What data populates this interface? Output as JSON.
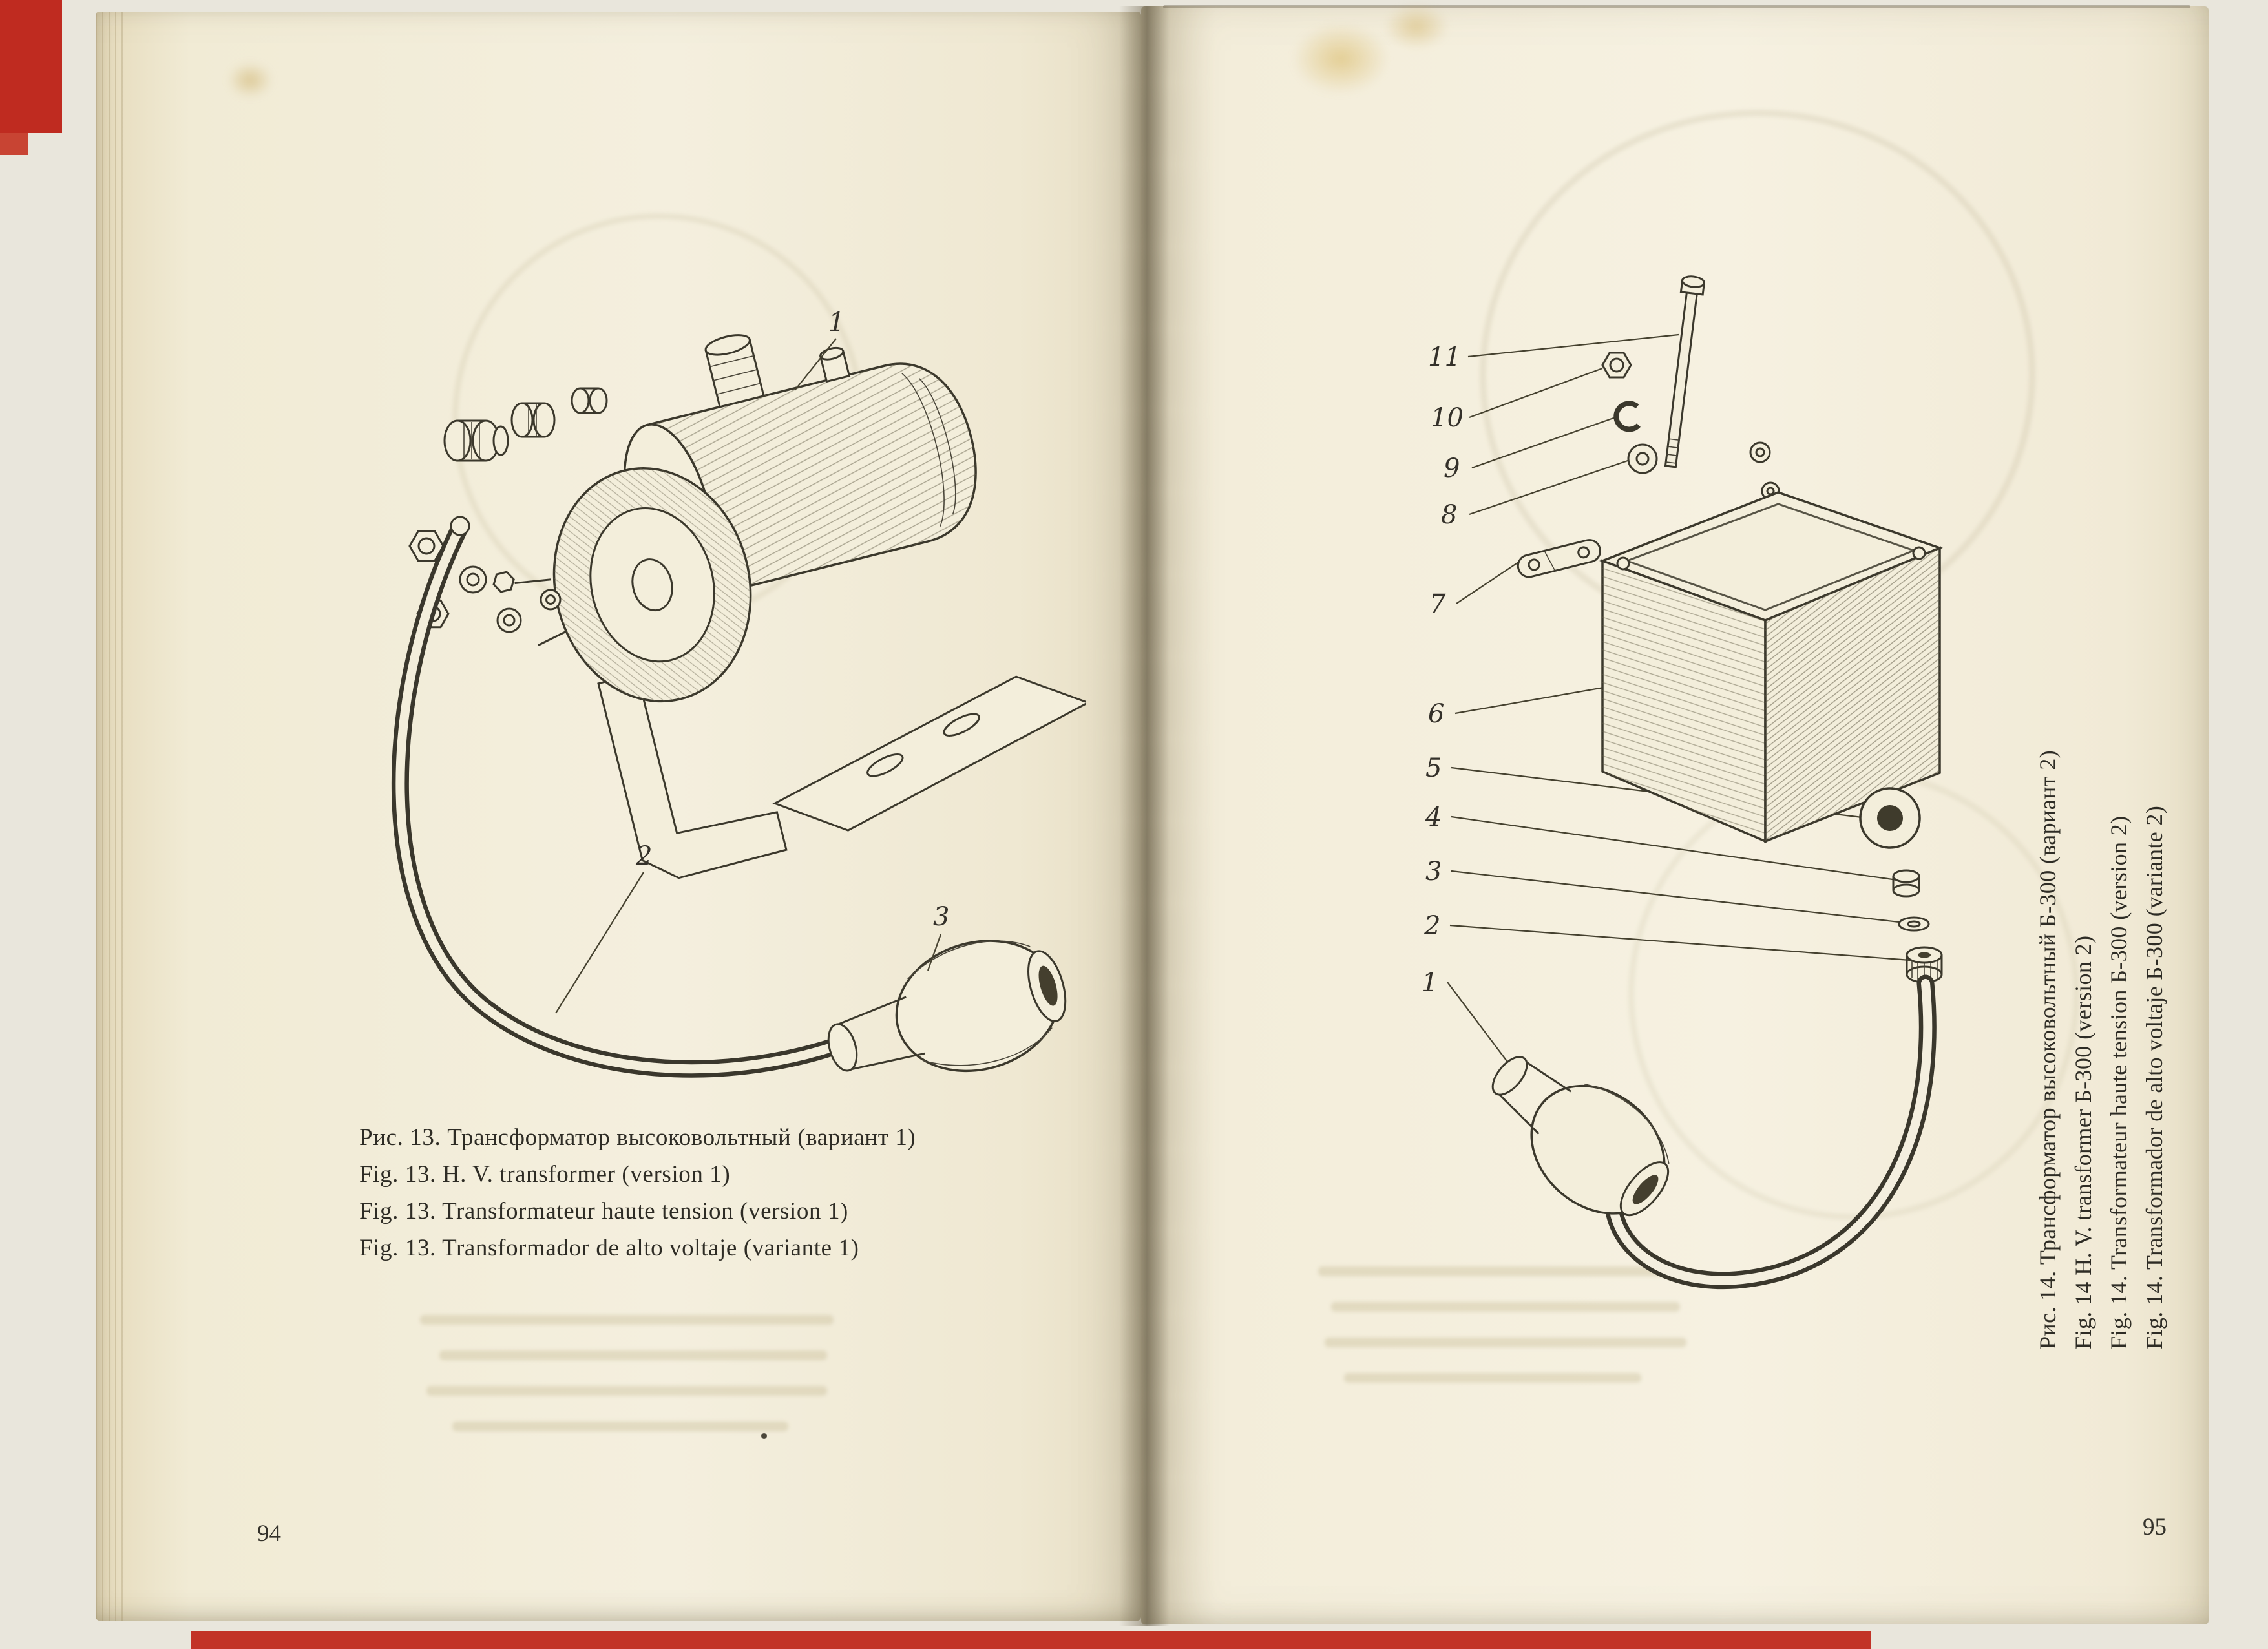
{
  "left_page": {
    "page_number": "94",
    "figure13": {
      "part_labels": [
        "1",
        "2",
        "3"
      ],
      "captions": [
        "Рис. 13. Трансформатор высоковольтный (вариант 1)",
        "Fig. 13. H. V. transformer (version 1)",
        "Fig. 13. Transformateur haute tension (version 1)",
        "Fig. 13. Transformador de alto voltaje (variante 1)"
      ]
    }
  },
  "right_page": {
    "page_number": "95",
    "figure14": {
      "part_labels": [
        "1",
        "2",
        "3",
        "4",
        "5",
        "6",
        "7",
        "8",
        "9",
        "10",
        "11"
      ],
      "captions": [
        "Рис. 14. Трансформатор высоковольтный Б-300 (вариант 2)",
        "Fig. 14 H. V. transformer Б-300 (version 2)",
        "Fig. 14. Transformateur haute tension Б-300 (version 2)",
        "Fig. 14. Transformador de alto voltaje Б-300 (variante 2)"
      ]
    }
  },
  "colors": {
    "page_paper": "#f4efdd",
    "ink": "#35332b",
    "cover_red": "#c02a1f",
    "scan_background": "#e9e6dc"
  }
}
